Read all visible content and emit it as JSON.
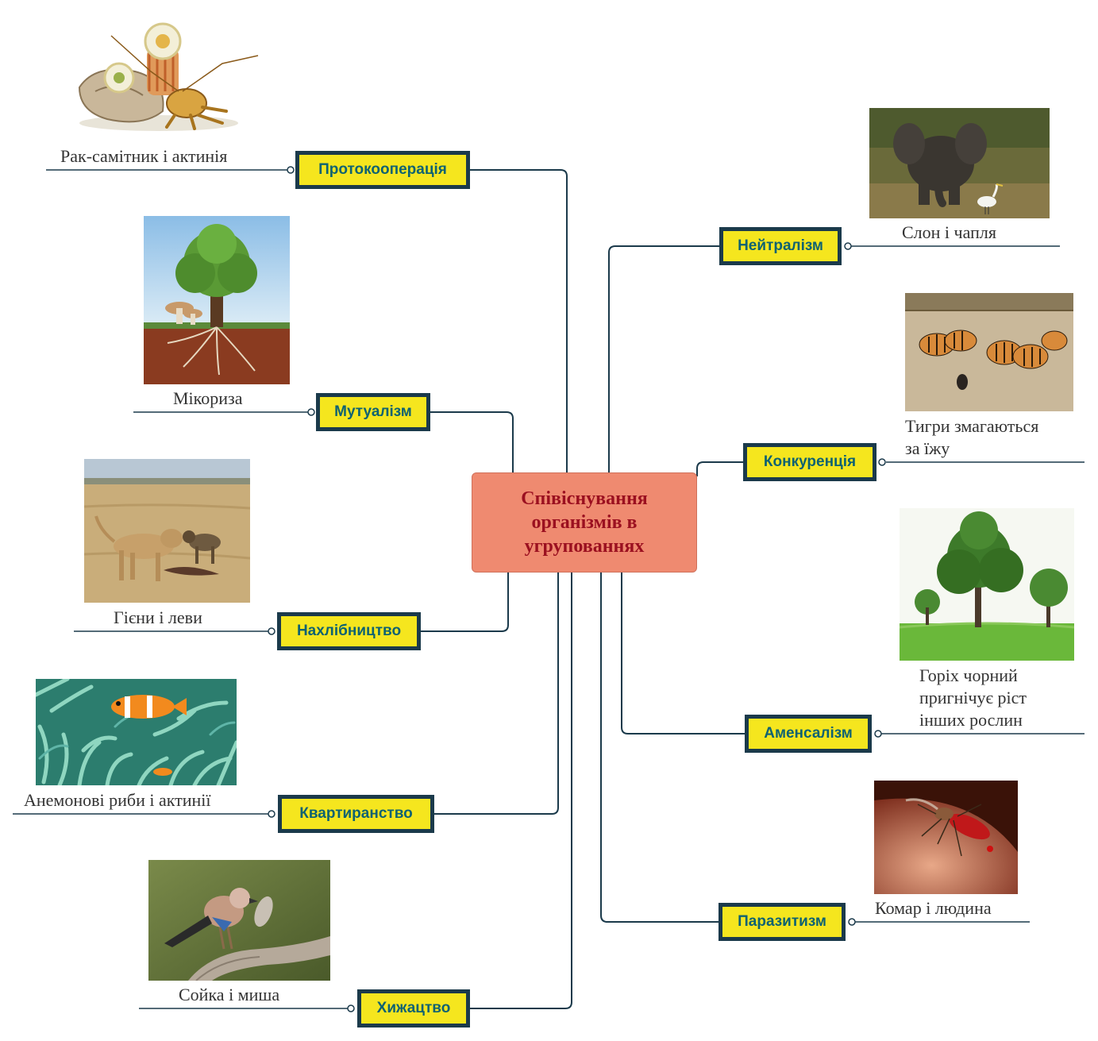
{
  "central_title": "Співіснування організмів в угрупованнях",
  "colors": {
    "line": "#1b3a4b",
    "topic_fill": "#f5e61e",
    "topic_text": "#0e6272",
    "central_fill": "#ef8a70",
    "central_text": "#9b1020"
  },
  "topics": {
    "protocooperation": {
      "name": "Протокооперація",
      "example": "Рак-самітник і актинія",
      "image": "hermit-crab-anemone-image"
    },
    "mutualism": {
      "name": "Мутуалізм",
      "example": "Мікориза",
      "image": "mycorrhiza-tree-image"
    },
    "commensalism": {
      "name": "Нахлібництво",
      "example": "Гієни і леви",
      "image": "hyenas-lion-image"
    },
    "inquilinism": {
      "name": "Квартиранство",
      "example": "Анемонові риби і актинії",
      "image": "clownfish-anemone-image"
    },
    "predation": {
      "name": "Хижацтво",
      "example": "Сойка і миша",
      "image": "jay-mouse-image"
    },
    "neutralism": {
      "name": "Нейтралізм",
      "example": "Слон і чапля",
      "image": "elephant-heron-image"
    },
    "competition": {
      "name": "Конкуренція",
      "example_line1": "Тигри змагаються",
      "example_line2": "за їжу",
      "image": "tigers-image"
    },
    "amensalism": {
      "name": "Аменсалізм",
      "example_line1": "Горіх чорний",
      "example_line2": "пригнічує ріст",
      "example_line3": "інших рослин",
      "image": "black-walnut-image"
    },
    "parasitism": {
      "name": "Паразитизм",
      "example": "Комар і людина",
      "image": "mosquito-human-image"
    }
  }
}
